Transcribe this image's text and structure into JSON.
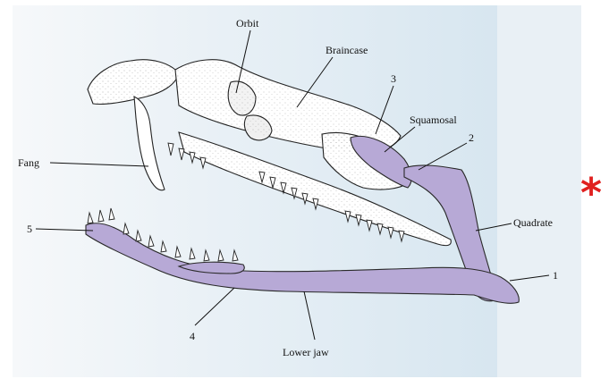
{
  "labels": {
    "orbit": "Orbit",
    "braincase": "Braincase",
    "n3": "3",
    "squamosal": "Squamosal",
    "n2": "2",
    "fang": "Fang",
    "quadrate": "Quadrate",
    "n5": "5",
    "n1": "1",
    "n4": "4",
    "lower_jaw": "Lower jaw"
  },
  "marker": "*",
  "colors": {
    "bone_highlight": "#b7a9d6",
    "bone_outline": "#2a2a2a",
    "marker": "#e0201f",
    "background_blue": "#dbe8f1"
  }
}
